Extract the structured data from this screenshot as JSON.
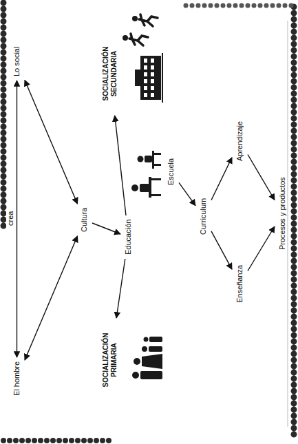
{
  "diagram": {
    "nodes": [
      {
        "text": [
          "El hombre"
        ]
      },
      {
        "text": [
          "Lo social"
        ]
      },
      {
        "text": [
          "Cultura"
        ]
      },
      {
        "text": [
          "Educación"
        ]
      },
      {
        "text": [
          "SOCIALIZACIÓN PRIMARIA"
        ]
      },
      {
        "text": [
          "SOCIALIZACIÓN SECUNDARIA"
        ]
      },
      {
        "text": [
          "Escuela"
        ]
      },
      {
        "text": [
          "Curriculum"
        ]
      },
      {
        "text": [
          "Enseñanza"
        ]
      },
      {
        "text": [
          "Aprendizaje"
        ]
      },
      {
        "text": [
          "Procesos y productos"
        ]
      }
    ],
    "edges": [
      {
        "from": 0,
        "to": 1,
        "label": "crea",
        "arrow": "both"
      },
      {
        "from": 0,
        "to": 2,
        "arrow": "both"
      },
      {
        "from": 1,
        "to": 2,
        "arrow": "both"
      },
      {
        "from": 2,
        "to": 3,
        "arrow": "to"
      },
      {
        "from": 3,
        "to": 4,
        "arrow": "to"
      },
      {
        "from": 3,
        "to": 5,
        "arrow": "to"
      },
      {
        "from": 6,
        "to": 7,
        "arrow": "to"
      },
      {
        "from": 7,
        "to": 8,
        "arrow": "to"
      },
      {
        "from": 7,
        "to": 9,
        "arrow": "to"
      },
      {
        "from": 8,
        "to": 10,
        "arrow": "to"
      },
      {
        "from": 9,
        "to": 10,
        "arrow": "to"
      }
    ]
  }
}
